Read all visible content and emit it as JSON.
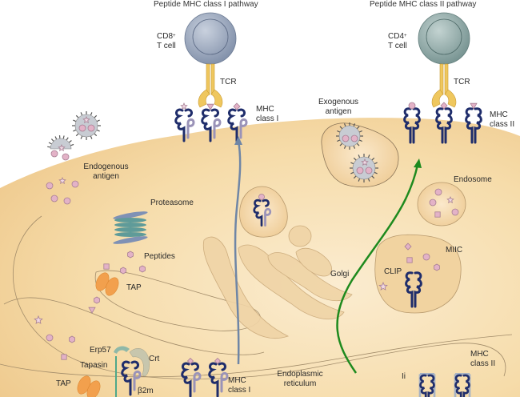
{
  "titles": {
    "class1_pathway": "Peptide MHC class I pathway",
    "class2_pathway": "Peptide MHC class II pathway"
  },
  "cells": {
    "cd8": {
      "line1": "CD8",
      "sup": "+",
      "line2": "T cell"
    },
    "cd4": {
      "line1": "CD4",
      "sup": "+",
      "line2": "T cell"
    }
  },
  "labels": {
    "tcr_left": "TCR",
    "tcr_right": "TCR",
    "mhc1_surface_l1": "MHC",
    "mhc1_surface_l2": "class I",
    "mhc2_surface_l1": "MHC",
    "mhc2_surface_l2": "class II",
    "exogenous_l1": "Exogenous",
    "exogenous_l2": "antigen",
    "endogenous_l1": "Endogenous",
    "endogenous_l2": "antigen",
    "proteasome": "Proteasome",
    "peptides": "Peptides",
    "tap_upper": "TAP",
    "tap_lower": "TAP",
    "golgi": "Golgi",
    "endosome": "Endosome",
    "miic": "MIIC",
    "clip": "CLIP",
    "erp57": "Erp57",
    "crt": "Crt",
    "tapasin": "Tapasin",
    "b2m": "β2m",
    "mhc1_er_l1": "MHC",
    "mhc1_er_l2": "class I",
    "er_l1": "Endoplasmic",
    "er_l2": "reticulum",
    "ii": "Ii",
    "mhc2_er_l1": "MHC",
    "mhc2_er_l2": "class II"
  },
  "colors": {
    "cytoplasm": "#f6deb0",
    "organelle": "#f1d3a0",
    "mhc_dark": "#1f2d6b",
    "mhc_light": "#9a93b8",
    "tcr": "#efc75e",
    "cd8_cell": "#9aa7bd",
    "cd4_cell": "#8fa8a6",
    "class1_arrow": "#6f86a6",
    "class2_arrow": "#1e8a1e",
    "peptide": "#e3b2c7",
    "tap": "#f2a04d",
    "proteasome": "#5f9b99"
  }
}
